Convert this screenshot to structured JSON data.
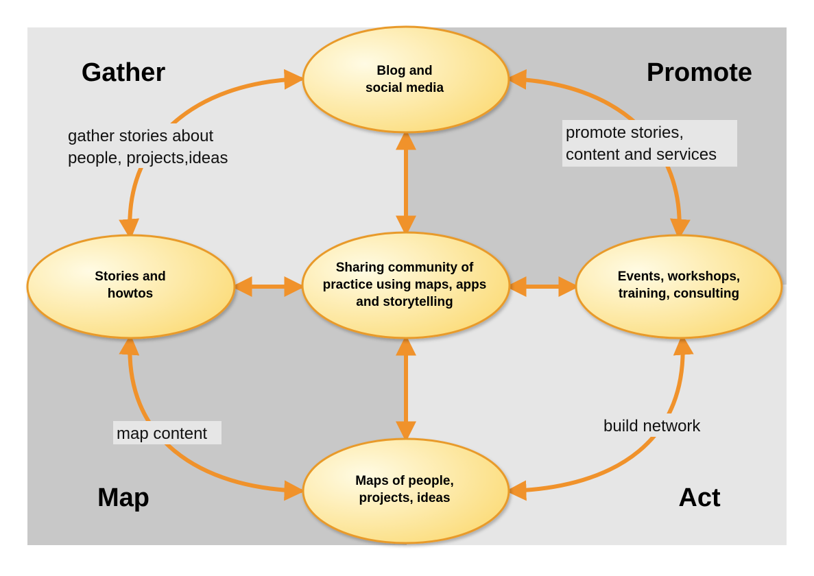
{
  "colors": {
    "light_quadrant": "#e6e6e6",
    "dark_quadrant": "#c8c8c8",
    "arrow": "#f0922b",
    "node_fill_light": "#fffbe4",
    "node_fill_dark": "#fbd970",
    "node_stroke": "#e89a2c"
  },
  "quadrants": {
    "gather": "Gather",
    "promote": "Promote",
    "map": "Map",
    "act": "Act"
  },
  "nodes": {
    "blog": {
      "lines": [
        "Blog and",
        "social media"
      ]
    },
    "stories": {
      "lines": [
        "Stories and",
        "howtos"
      ]
    },
    "center": {
      "lines": [
        "Sharing community of",
        "practice using maps, apps",
        "and storytelling"
      ]
    },
    "events": {
      "lines": [
        "Events, workshops,",
        "training, consulting"
      ]
    },
    "maps": {
      "lines": [
        "Maps of people,",
        "projects, ideas"
      ]
    }
  },
  "edge_labels": {
    "gather": [
      "gather stories about",
      "people, projects,ideas"
    ],
    "promote": [
      "promote stories,",
      "content and services"
    ],
    "map": [
      "map content"
    ],
    "act": [
      "build network"
    ]
  }
}
